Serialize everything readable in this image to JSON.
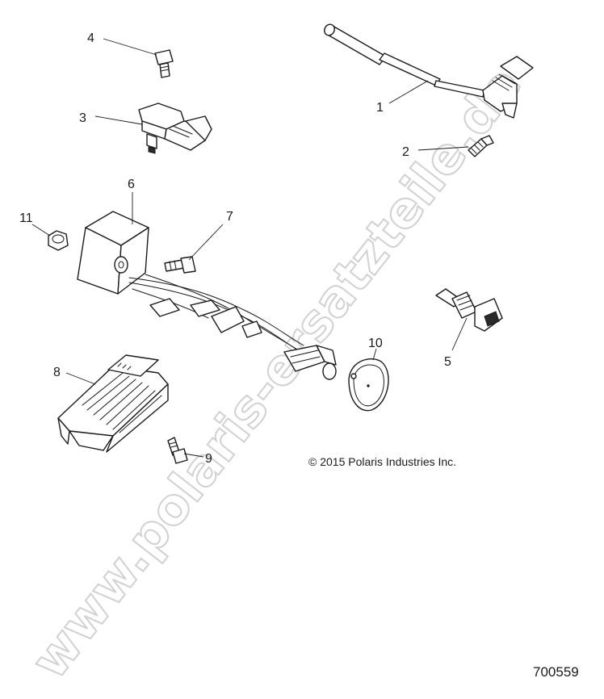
{
  "callouts": [
    "1",
    "2",
    "3",
    "4",
    "5",
    "6",
    "7",
    "8",
    "9",
    "10",
    "11"
  ],
  "copyright": "© 2015 Polaris Industries Inc.",
  "reference_number": "700559",
  "watermark": "www.polaris-ersatzteile.de"
}
